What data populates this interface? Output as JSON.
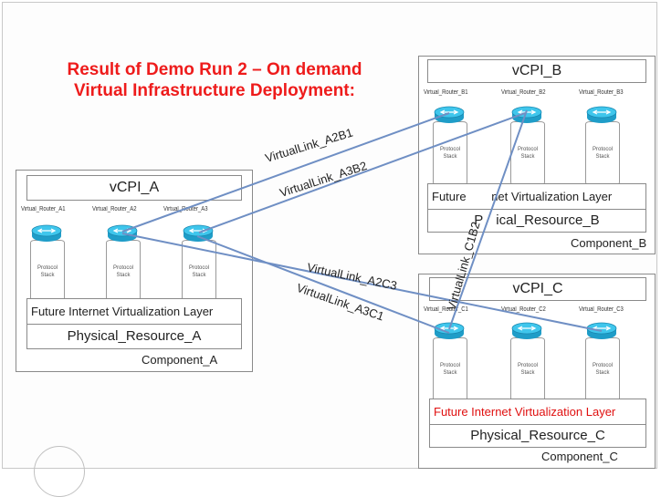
{
  "title": {
    "line1": "Result of Demo Run 2 – On demand",
    "line2": "Virtual Infrastructure Deployment:"
  },
  "colors": {
    "title": "#ee1b1b",
    "link": "#6f8fc4",
    "router": "#27b8e0"
  },
  "stack_text": {
    "line1": "Protocol",
    "line2": "Stack"
  },
  "components": {
    "A": {
      "vcpi": "vCPI_A",
      "routers": [
        "Virtual_Router_A1",
        "Virtual_Router_A2",
        "Virtual_Router_A3"
      ],
      "layer": {
        "a": "Future Internet",
        "b": "Virtualization",
        "c": "Layer"
      },
      "resource": "Physical_Resource_A",
      "name": "Component_A"
    },
    "B": {
      "vcpi": "vCPI_B",
      "routers": [
        "Virtual_Router_B1",
        "Virtual_Router_B2",
        "Virtual_Router_B3"
      ],
      "layer": {
        "a": "Future",
        "b": "net",
        "c": "Virtualization Layer"
      },
      "resource_a": "P",
      "resource_b": "ical_Resource_B",
      "name": "Component_B"
    },
    "C": {
      "vcpi": "vCPI_C",
      "routers": [
        "Virtual_Router_C1",
        "Virtual_Router_C2",
        "Virtual_Router_C3"
      ],
      "layer": {
        "a": "Future Internet",
        "b": "Virtualization",
        "c": "Layer"
      },
      "resource": "Physical_Resource_C",
      "name": "Component_C"
    }
  },
  "links": [
    {
      "id": "A2B1",
      "label": "VirtualLink_A2B1"
    },
    {
      "id": "A3B2",
      "label": "VirtualLink_A3B2"
    },
    {
      "id": "A2C3",
      "label": "VirtualLink_A2C3"
    },
    {
      "id": "A3C1",
      "label": "VirtualLink_A3C1"
    },
    {
      "id": "C1B2",
      "label": "VirtualLink_C1B2"
    }
  ]
}
